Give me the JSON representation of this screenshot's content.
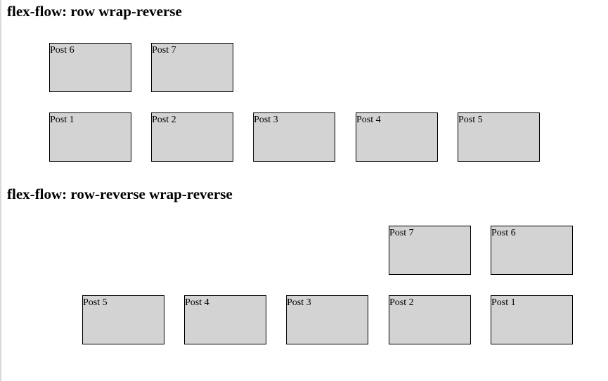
{
  "sections": [
    {
      "heading": "flex-flow: row wrap-reverse",
      "posts": [
        "Post 1",
        "Post 2",
        "Post 3",
        "Post 4",
        "Post 5",
        "Post 6",
        "Post 7"
      ]
    },
    {
      "heading": "flex-flow: row-reverse wrap-reverse",
      "posts": [
        "Post 1",
        "Post 2",
        "Post 3",
        "Post 4",
        "Post 5",
        "Post 6",
        "Post 7"
      ]
    }
  ],
  "colors": {
    "post_background": "#d3d3d3",
    "post_border": "#000000"
  }
}
